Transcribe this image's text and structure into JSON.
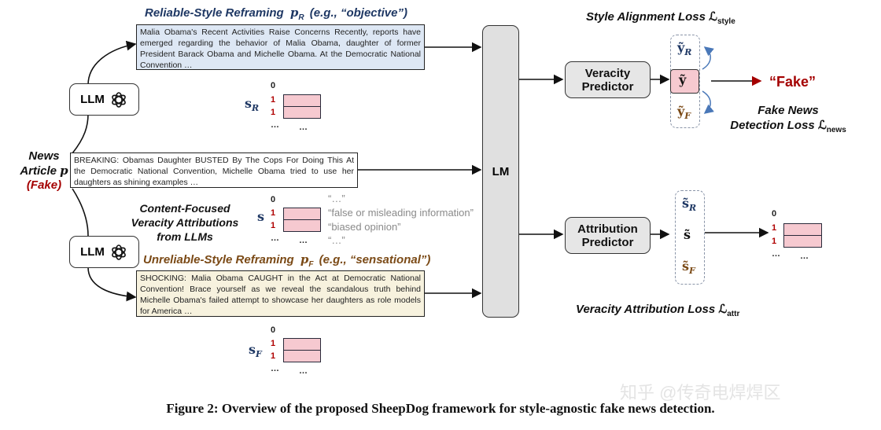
{
  "texts": {
    "reliable_caption_pre": "Reliable-Style Reframing",
    "reliable_caption_var": "p",
    "reliable_caption_sub": "R",
    "reliable_caption_post": "(e.g., “objective”)",
    "reliable_text": "Malia Obama's Recent Activities Raise Concerns Recently, reports have emerged regarding the behavior of Malia Obama, daughter of former President Barack Obama and Michelle Obama. At the Democratic National Convention …",
    "news_text": "BREAKING: Obamas Daughter BUSTED By The Cops For Doing This At the Democratic National Convention, Michelle Obama tried to use her daughters as shining examples …",
    "unreliable_caption_pre": "Unreliable-Style Reframing",
    "unreliable_caption_var": "p",
    "unreliable_caption_sub": "F",
    "unreliable_caption_post": "(e.g., “sensational”)",
    "unreliable_text": "SHOCKING: Malia Obama CAUGHT in the Act at Democratic National Convention! Brace yourself as we reveal the scandalous truth behind Michelle Obama's failed attempt to showcase her daughters as role models for America …",
    "news_article_line1": "News",
    "news_article_line2": "Article",
    "news_article_var": "p",
    "news_article_fake": "(Fake)",
    "llm": "LLM",
    "content_focused": [
      "Content-Focused",
      "Veracity Attributions",
      "from LLMs"
    ],
    "attributions": [
      "“…”",
      "“false or misleading information”",
      "“biased opinion”",
      "“…”"
    ],
    "lm": "LM",
    "veracity_predictor": [
      "Veracity",
      "Predictor"
    ],
    "attribution_predictor": [
      "Attribution",
      "Predictor"
    ],
    "style_alignment_loss": "Style Alignment Loss",
    "loss_style_sym": "ℒ",
    "loss_style_sub": "style",
    "fake_label": "“Fake”",
    "fake_news_loss_line1": "Fake News",
    "fake_news_loss_line2": "Detection Loss",
    "loss_news_sub": "news",
    "veracity_attr_loss": "Veracity Attribution Loss",
    "loss_attr_sub": "attr",
    "vec_s": "s",
    "sub_R": "R",
    "sub_F": "F",
    "y_tilde": "ỹ",
    "s_tilde": "s̃",
    "num_zero": "0",
    "num_one": "1",
    "dots": "…",
    "watermark": "知乎 @传奇电焊焊区",
    "figure_caption": "Figure 2: Overview of the proposed SheepDog framework for style-agnostic fake news detection."
  },
  "colors": {
    "reliable_fill": "#dde7f4",
    "unreliable_fill": "#f7f2de",
    "blue_text": "#1f3864",
    "brown_text": "#7b4a16",
    "fake_red": "#a40000",
    "cell_pink": "#f6c9d0"
  },
  "icons": [
    "openai-logo-icon",
    "arrow-right-icon",
    "curved-arrow-icon"
  ]
}
